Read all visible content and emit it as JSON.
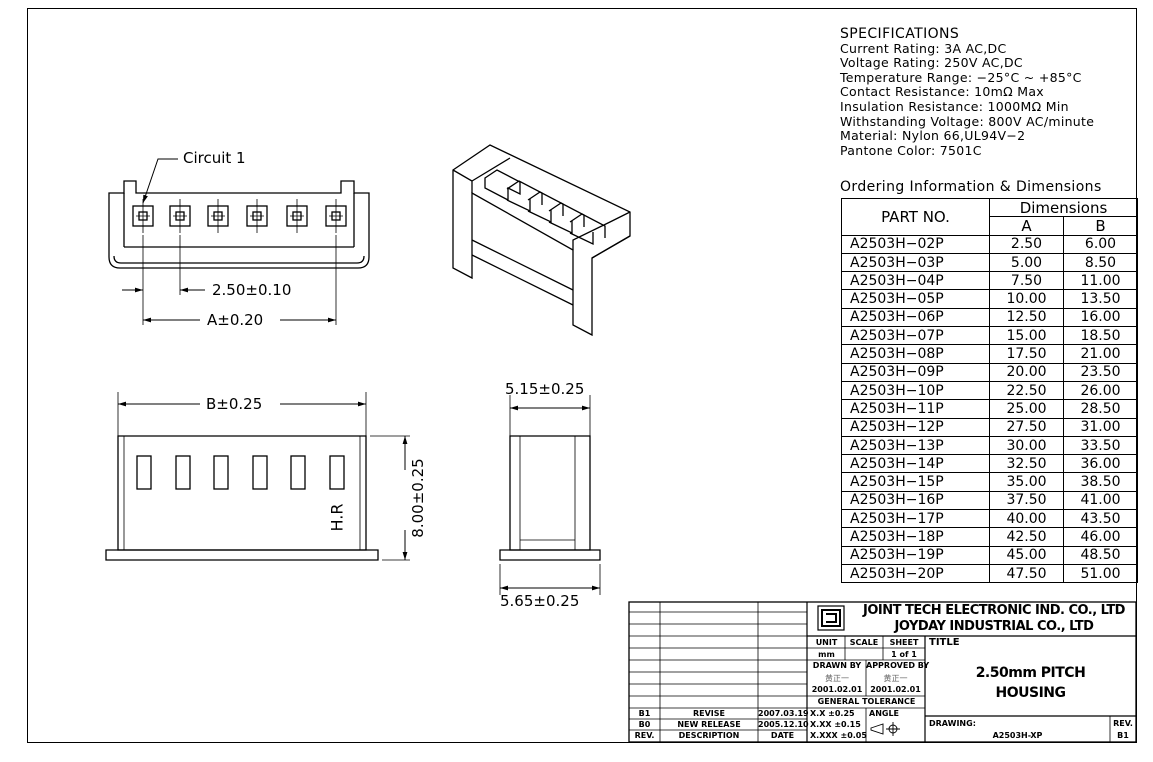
{
  "labels": {
    "circuit": "Circuit 1",
    "pitch_dim": "2.50±0.10",
    "a_dim": "A±0.20",
    "b_dim": "B±0.25",
    "width_dim": "5.15±0.25",
    "base_dim": "5.65±0.25",
    "height_dim": "8.00±0.25",
    "hr_mark": "H.R"
  },
  "specifications": {
    "heading": "SPECIFICATIONS",
    "lines": [
      "Current Rating: 3A AC,DC",
      "Voltage Rating: 250V AC,DC",
      "Temperature Range: −25°C ~ +85°C",
      "Contact Resistance: 10mΩ Max",
      "Insulation Resistance: 1000MΩ Min",
      "Withstanding Voltage: 800V AC/minute",
      "Material: Nylon 66,UL94V−2",
      "Pantone Color: 7501C"
    ]
  },
  "ordering": {
    "title": "Ordering Information & Dimensions",
    "part_header": "PART NO.",
    "dim_header": "Dimensions",
    "col_a": "A",
    "col_b": "B",
    "rows": [
      {
        "part": "A2503H−02P",
        "a": "2.50",
        "b": "6.00"
      },
      {
        "part": "A2503H−03P",
        "a": "5.00",
        "b": "8.50"
      },
      {
        "part": "A2503H−04P",
        "a": "7.50",
        "b": "11.00"
      },
      {
        "part": "A2503H−05P",
        "a": "10.00",
        "b": "13.50"
      },
      {
        "part": "A2503H−06P",
        "a": "12.50",
        "b": "16.00"
      },
      {
        "part": "A2503H−07P",
        "a": "15.00",
        "b": "18.50"
      },
      {
        "part": "A2503H−08P",
        "a": "17.50",
        "b": "21.00"
      },
      {
        "part": "A2503H−09P",
        "a": "20.00",
        "b": "23.50"
      },
      {
        "part": "A2503H−10P",
        "a": "22.50",
        "b": "26.00"
      },
      {
        "part": "A2503H−11P",
        "a": "25.00",
        "b": "28.50"
      },
      {
        "part": "A2503H−12P",
        "a": "27.50",
        "b": "31.00"
      },
      {
        "part": "A2503H−13P",
        "a": "30.00",
        "b": "33.50"
      },
      {
        "part": "A2503H−14P",
        "a": "32.50",
        "b": "36.00"
      },
      {
        "part": "A2503H−15P",
        "a": "35.00",
        "b": "38.50"
      },
      {
        "part": "A2503H−16P",
        "a": "37.50",
        "b": "41.00"
      },
      {
        "part": "A2503H−17P",
        "a": "40.00",
        "b": "43.50"
      },
      {
        "part": "A2503H−18P",
        "a": "42.50",
        "b": "46.00"
      },
      {
        "part": "A2503H−19P",
        "a": "45.00",
        "b": "48.50"
      },
      {
        "part": "A2503H−20P",
        "a": "47.50",
        "b": "51.00"
      }
    ]
  },
  "title_block": {
    "company_line1": "JOINT TECH ELECTRONIC IND. CO., LTD",
    "company_line2": "JOYDAY INDUSTRIAL CO., LTD",
    "unit_label": "UNIT",
    "unit_value": "mm",
    "scale_label": "SCALE",
    "sheet_label": "SHEET",
    "sheet_value": "1 of 1",
    "title_label": "TITLE",
    "title_line1": "2.50mm PITCH",
    "title_line2": "HOUSING",
    "drawn_by_label": "DRAWN BY",
    "drawn_by_name": "黄正一",
    "drawn_date": "2001.02.01",
    "approved_by_label": "APPROVED BY",
    "approved_by_name": "黄正一",
    "approved_date": "2001.02.01",
    "tolerance_label": "GENERAL TOLERANCE",
    "tol_1": "X.X ±0.25",
    "tol_2": "X.XX ±0.15",
    "tol_3": "X.XXX ±0.05",
    "angle_label": "ANGLE",
    "drawing_no_label": "DRAWING:",
    "drawing_no": "A2503H-XP",
    "rev_label": "REV.",
    "rev_value": "B1",
    "rev_rows": [
      {
        "rev": "B1",
        "desc": "REVISE",
        "date": "2007.03.19"
      },
      {
        "rev": "B0",
        "desc": "NEW RELEASE",
        "date": "2005.12.10"
      }
    ],
    "rev_header": "REV.",
    "desc_header": "DESCRIPTION",
    "date_header": "DATE"
  }
}
